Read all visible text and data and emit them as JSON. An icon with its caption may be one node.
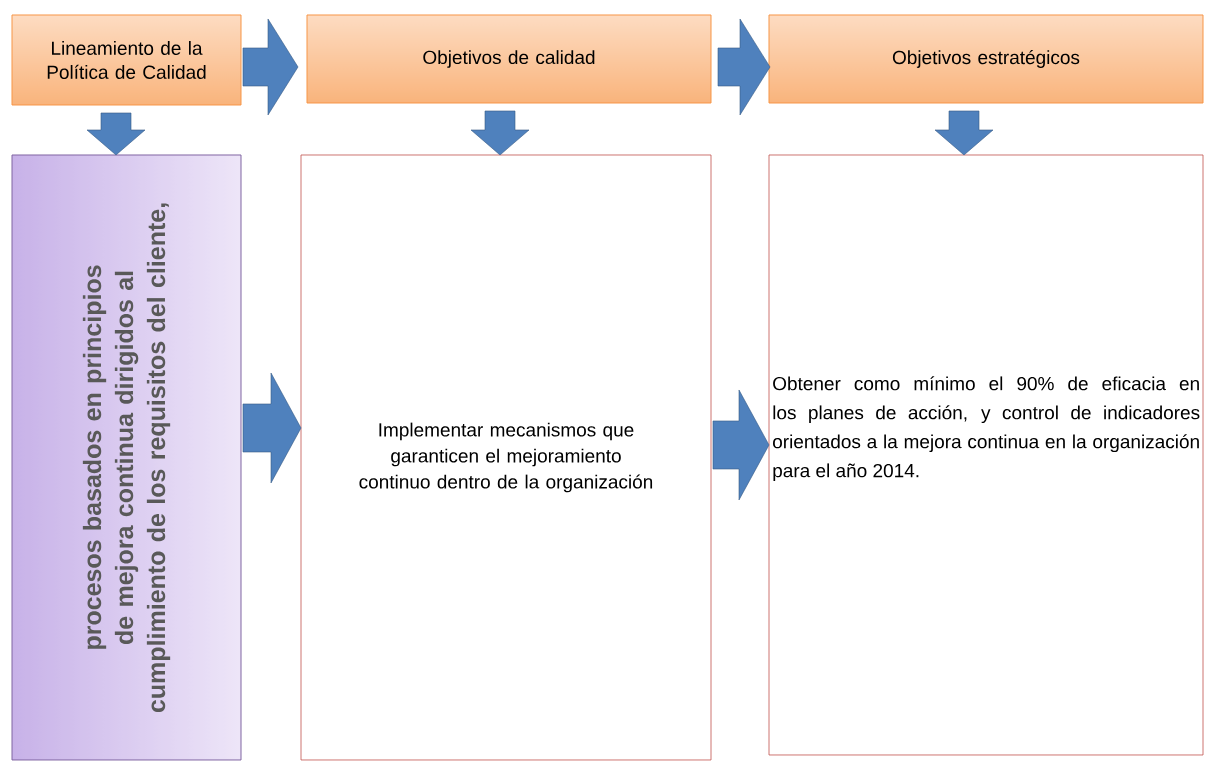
{
  "diagram": {
    "nodes": [
      {
        "text": [
          "Lineamiento de la Política de Calidad"
        ]
      },
      {
        "text": [
          "Objetivos de calidad"
        ]
      },
      {
        "text": [
          "Objetivos estratégicos"
        ]
      },
      {
        "text": [
          "procesos basados en principios de mejora continua dirigidos al cumplimiento de los requisitos del cliente,"
        ]
      },
      {
        "text": [
          "Implementar mecanismos que garanticen el mejoramiento continuo dentro de la organización"
        ]
      },
      {
        "text": [
          "Obtener como mínimo el 90% de eficacia en los planes de acción, y control de indicadores orientados a la mejora continua en la organización para el año 2014."
        ]
      }
    ],
    "edges": [
      {
        "from": 0,
        "to": 1,
        "arrow": "to"
      },
      {
        "from": 1,
        "to": 2,
        "arrow": "to"
      },
      {
        "from": 0,
        "to": 3,
        "arrow": "to"
      },
      {
        "from": 1,
        "to": 4,
        "arrow": "to"
      },
      {
        "from": 2,
        "to": 5,
        "arrow": "to"
      },
      {
        "from": 3,
        "to": 4,
        "arrow": "to"
      },
      {
        "from": 4,
        "to": 5,
        "arrow": "to"
      }
    ]
  }
}
